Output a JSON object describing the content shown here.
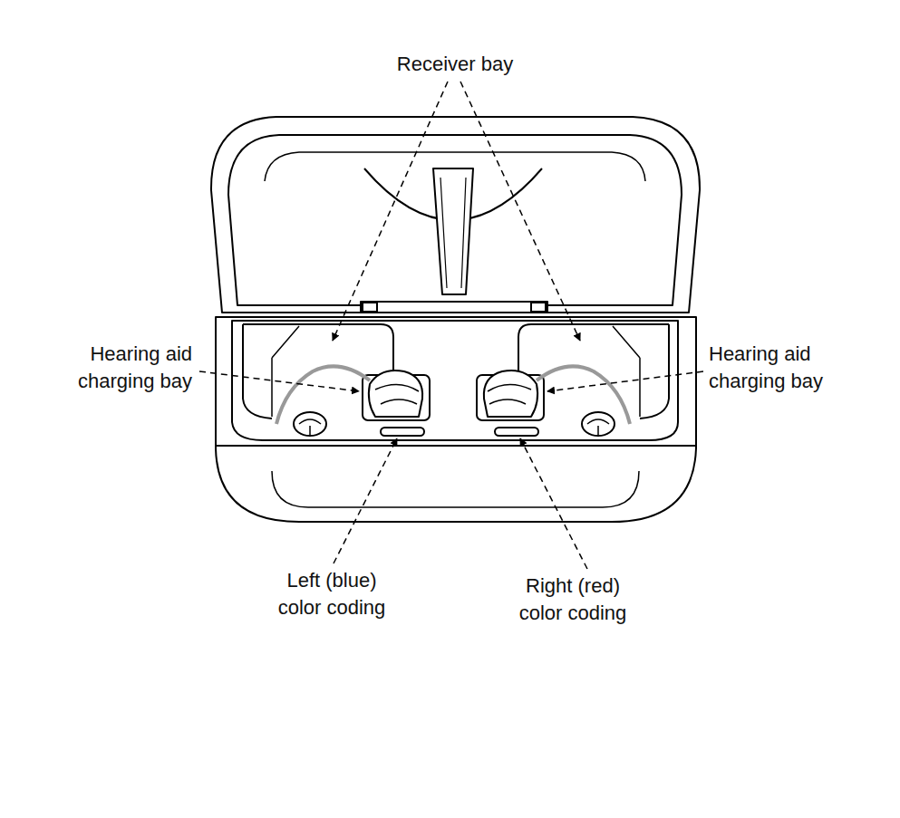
{
  "diagram": {
    "labels": [
      "Receiver bay",
      "Hearing aid charging bay",
      "Hearing aid charging bay",
      "Left (blue) color coding",
      "Right (red) color coding"
    ]
  }
}
